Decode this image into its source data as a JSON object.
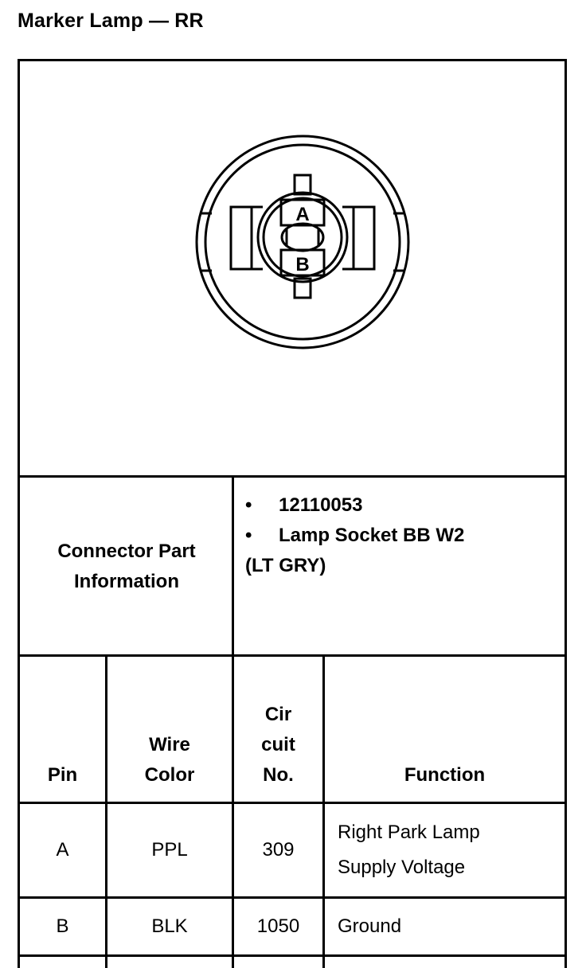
{
  "title": "Marker Lamp — RR",
  "diagram": {
    "pin_a": "A",
    "pin_b": "B"
  },
  "connector": {
    "label_line1": "Connector Part",
    "label_line2": "Information",
    "items": [
      "12110053",
      "Lamp Socket BB W2"
    ],
    "item_extra": "(LT GRY)"
  },
  "table": {
    "headers": {
      "pin": "Pin",
      "wire_color_1": "Wire",
      "wire_color_2": "Color",
      "circuit_1": "Cir",
      "circuit_2": "cuit",
      "circuit_3": "No.",
      "function": "Function"
    },
    "rows": [
      {
        "pin": "A",
        "wire": "PPL",
        "circuit": "309",
        "function_1": "Right Park Lamp",
        "function_2": "Supply Voltage"
      },
      {
        "pin": "B",
        "wire": "BLK",
        "circuit": "1050",
        "function_1": "Ground",
        "function_2": ""
      }
    ]
  }
}
